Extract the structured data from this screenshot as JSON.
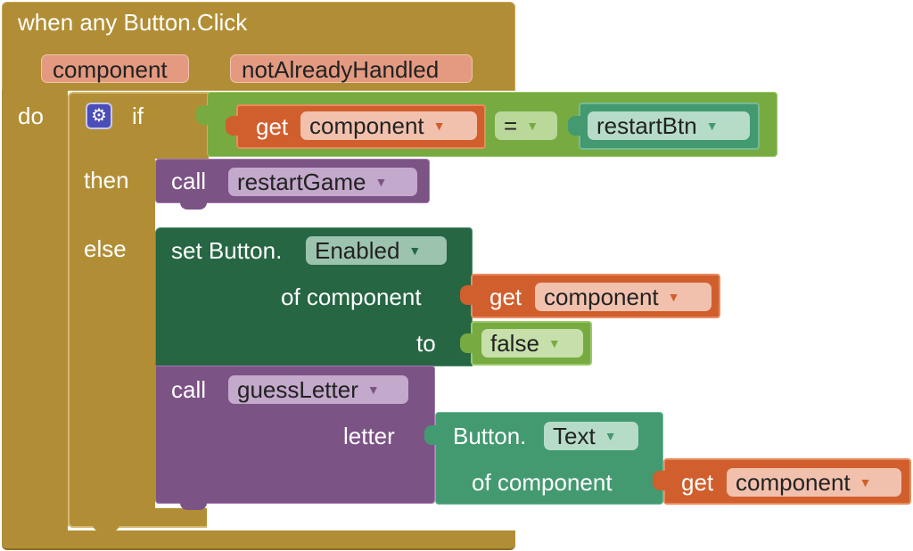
{
  "colors": {
    "event": "#b18e35",
    "control": "#b18e35",
    "logic": "#77ab41",
    "variable": "#d05f2d",
    "procedure": "#7c5385",
    "component_setter": "#266643",
    "component_getter": "#439970"
  },
  "event": {
    "header": "when any Button.Click",
    "params": [
      "component",
      "notAlreadyHandled"
    ],
    "do_label": "do"
  },
  "if_block": {
    "icon": "gear-icon",
    "if_label": "if",
    "then_label": "then",
    "else_label": "else"
  },
  "condition": {
    "get_label": "get",
    "get_var": "component",
    "operator": "=",
    "component": "restartBtn"
  },
  "then_call": {
    "call_label": "call",
    "procedure": "restartGame"
  },
  "else_set": {
    "prefix": "set Button.",
    "property": "Enabled",
    "of_label": "of component",
    "get_label": "get",
    "get_var": "component",
    "to_label": "to",
    "value": "false"
  },
  "else_call": {
    "call_label": "call",
    "procedure": "guessLetter",
    "arg_label": "letter",
    "getter_prefix": "Button.",
    "getter_prop": "Text",
    "of_label": "of component",
    "get_label": "get",
    "get_var": "component"
  }
}
